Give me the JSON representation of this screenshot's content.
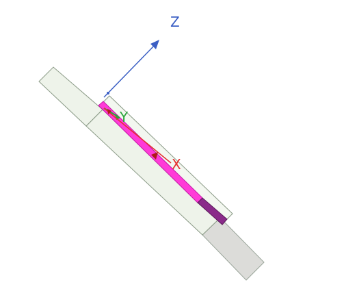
{
  "viewport": {
    "axes": {
      "z": {
        "label": "Z",
        "color": "#3b5fc4"
      },
      "y": {
        "label": "Y",
        "color": "#2aa43a"
      },
      "x": {
        "label": "X",
        "color": "#e53030"
      }
    },
    "colors": {
      "panel_face": "#eef3ea",
      "panel_edge": "#8a9a86",
      "panel_shadow": "#dcdcd8",
      "selected_body": "#ff3bd8",
      "selected_body_dark": "#8a2a8a",
      "point_marker": "#b01818"
    }
  }
}
